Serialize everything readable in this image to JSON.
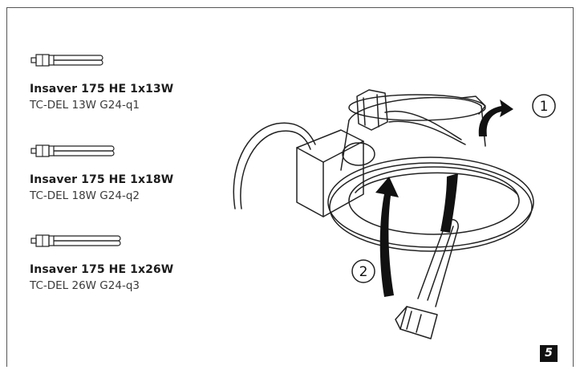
{
  "lamps": [
    {
      "name": "Insaver 175 HE 1x13W",
      "spec": "TC-DEL 13W G24-q1"
    },
    {
      "name": "Insaver 175 HE 1x18W",
      "spec": "TC-DEL 18W G24-q2"
    },
    {
      "name": "Insaver 175 HE 1x26W",
      "spec": "TC-DEL 26W G24-q3"
    }
  ],
  "steps": {
    "step1": "1",
    "step2": "2"
  },
  "page_number": "5",
  "icons": [
    "tc-del-lamp-icon",
    "recessed-downlight-illustration",
    "rotate-arrow-icon"
  ]
}
